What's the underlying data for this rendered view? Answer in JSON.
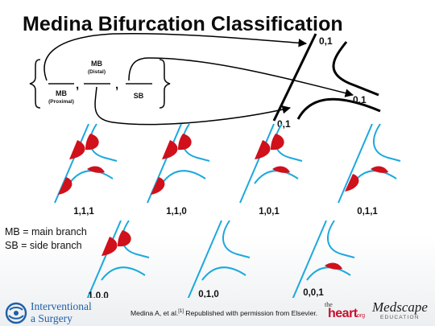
{
  "title": "Medina Bifurcation Classification",
  "formula": {
    "mb_distal": [
      "MB",
      "(Distal)"
    ],
    "mb_proximal": [
      "MB",
      "(Proximal)"
    ],
    "sb": "SB",
    "comma": ","
  },
  "big_diagram": {
    "mb_distal_code": "0,1",
    "sb_code": "0,1",
    "mb_proximal_code": "0,1"
  },
  "examples": [
    {
      "code": "1,1,1"
    },
    {
      "code": "1,1,0"
    },
    {
      "code": "1,0,1"
    },
    {
      "code": "0,1,1"
    },
    {
      "code": "1,0,0"
    },
    {
      "code": "0,1,0"
    },
    {
      "code": "0,0,1"
    }
  ],
  "legend": {
    "mb": "MB = main branch",
    "sb": "SB = side branch"
  },
  "footer": {
    "logo_line1": "Interventional",
    "logo_line2": "a Surgery",
    "credit_main": "Medina A, et al.",
    "credit_ref": "[1]",
    "credit_tail": " Republished with permission from Elsevier.",
    "heart_the": "the",
    "heart_word": "heart",
    "heart_org": ".org",
    "medscape": "Medscape",
    "medscape_edu": "EDUCATION"
  },
  "colors": {
    "vessel": "#1ba9dd",
    "plaque": "#d0101b",
    "arrow": "#000000",
    "logo_blue": "#1f5fa8",
    "heart_red": "#c8102e"
  }
}
